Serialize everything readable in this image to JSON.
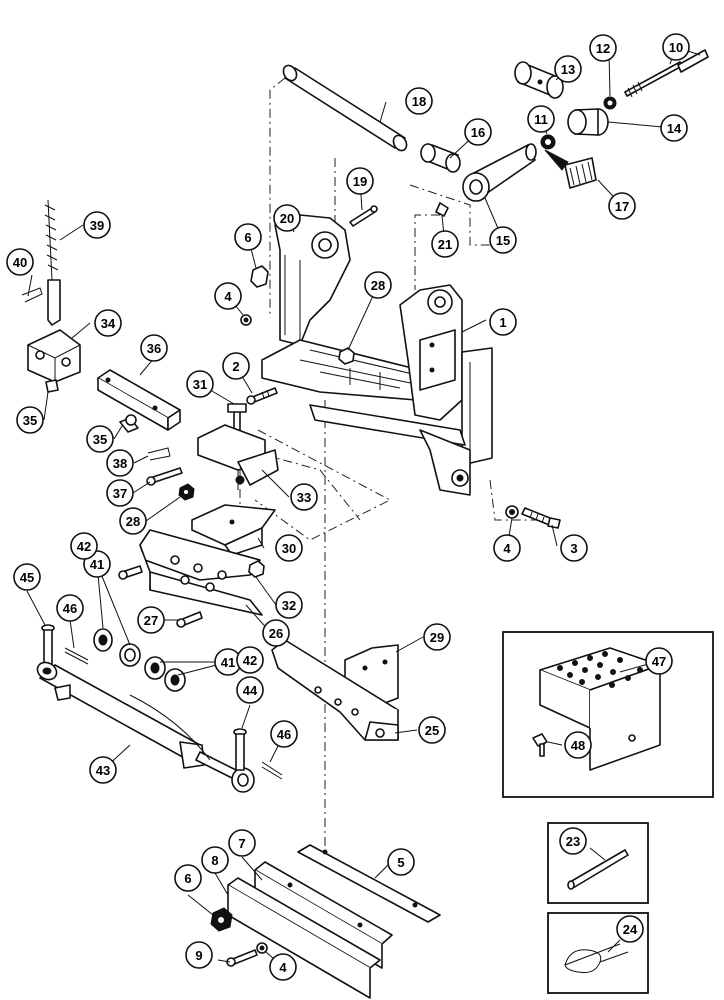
{
  "callouts": {
    "c1": "1",
    "c2": "2",
    "c3": "3",
    "c4a": "4",
    "c4b": "4",
    "c4c": "4",
    "c5": "5",
    "c6a": "6",
    "c6b": "6",
    "c7": "7",
    "c8": "8",
    "c9": "9",
    "c10": "10",
    "c11": "11",
    "c12": "12",
    "c13": "13",
    "c14": "14",
    "c15": "15",
    "c16": "16",
    "c17": "17",
    "c18": "18",
    "c19": "19",
    "c20": "20",
    "c21": "21",
    "c23": "23",
    "c24": "24",
    "c25": "25",
    "c26": "26",
    "c27": "27",
    "c28a": "28",
    "c28b": "28",
    "c29": "29",
    "c30": "30",
    "c31": "31",
    "c32": "32",
    "c33": "33",
    "c34": "34",
    "c35a": "35",
    "c35b": "35",
    "c36": "36",
    "c37": "37",
    "c38": "38",
    "c39": "39",
    "c40": "40",
    "c41a": "41",
    "c41b": "41",
    "c42a": "42",
    "c42b": "42",
    "c43": "43",
    "c44": "44",
    "c45": "45",
    "c46a": "46",
    "c46b": "46",
    "c47": "47",
    "c48": "48"
  },
  "colors": {
    "line": "#111111",
    "background": "#ffffff"
  }
}
